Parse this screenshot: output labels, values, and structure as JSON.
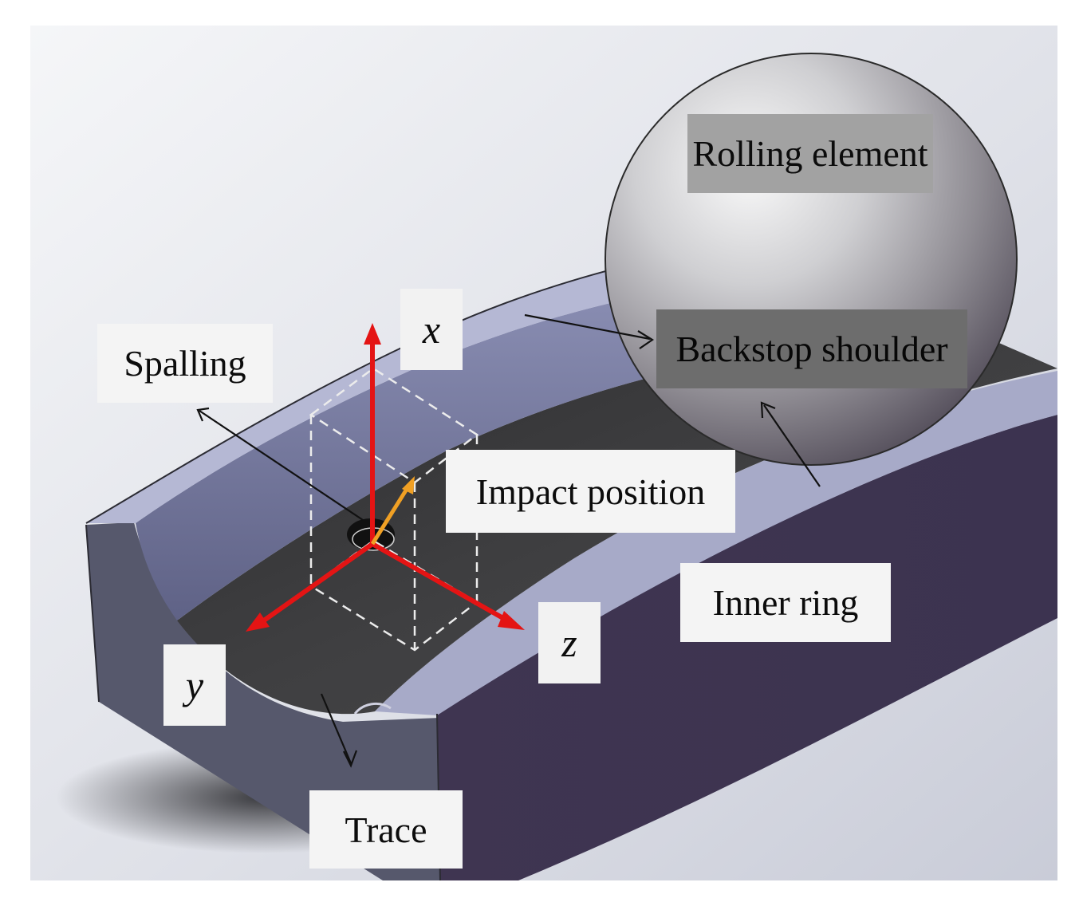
{
  "labels": {
    "rolling_element": "Rolling element",
    "backstop_shoulder": "Backstop shoulder",
    "spalling": "Spalling",
    "impact_position": "Impact position",
    "inner_ring": "Inner ring",
    "trace": "Trace",
    "axis_x": "x",
    "axis_y": "y",
    "axis_z": "z"
  },
  "colors": {
    "axis_arrow": "#e41414",
    "impact_vector": "#f0a024",
    "ring_side": "#3f3550",
    "ring_top": "#a6a9c7",
    "raceway": "#3d3d3d",
    "ball": "#c4c4c8"
  }
}
